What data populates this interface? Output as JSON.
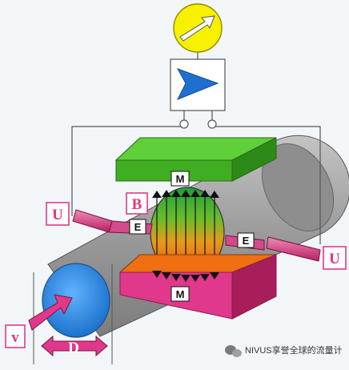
{
  "labels": {
    "magnet_top": "M",
    "magnet_bottom": "M",
    "field": "B",
    "electrode_left": "E",
    "electrode_right": "E",
    "voltage_left": "U",
    "voltage_right": "U",
    "velocity": "v",
    "diameter": "D"
  },
  "watermark": "NIVUS享誉全球的流量计",
  "colors": {
    "pipe": "#9b9b9b",
    "pipe_end": "#2d8fe0",
    "magnet_top": "#3fae23",
    "magnet_bottom": "#ef6f12",
    "pink": "#e0388b",
    "meter": "#f7f100",
    "amplifier_arrow": "#1f6fd2"
  },
  "icons": {
    "meter": "arrow-gauge-icon",
    "amplifier": "amplifier-chevron-icon",
    "watermark": "wechat-icon"
  }
}
